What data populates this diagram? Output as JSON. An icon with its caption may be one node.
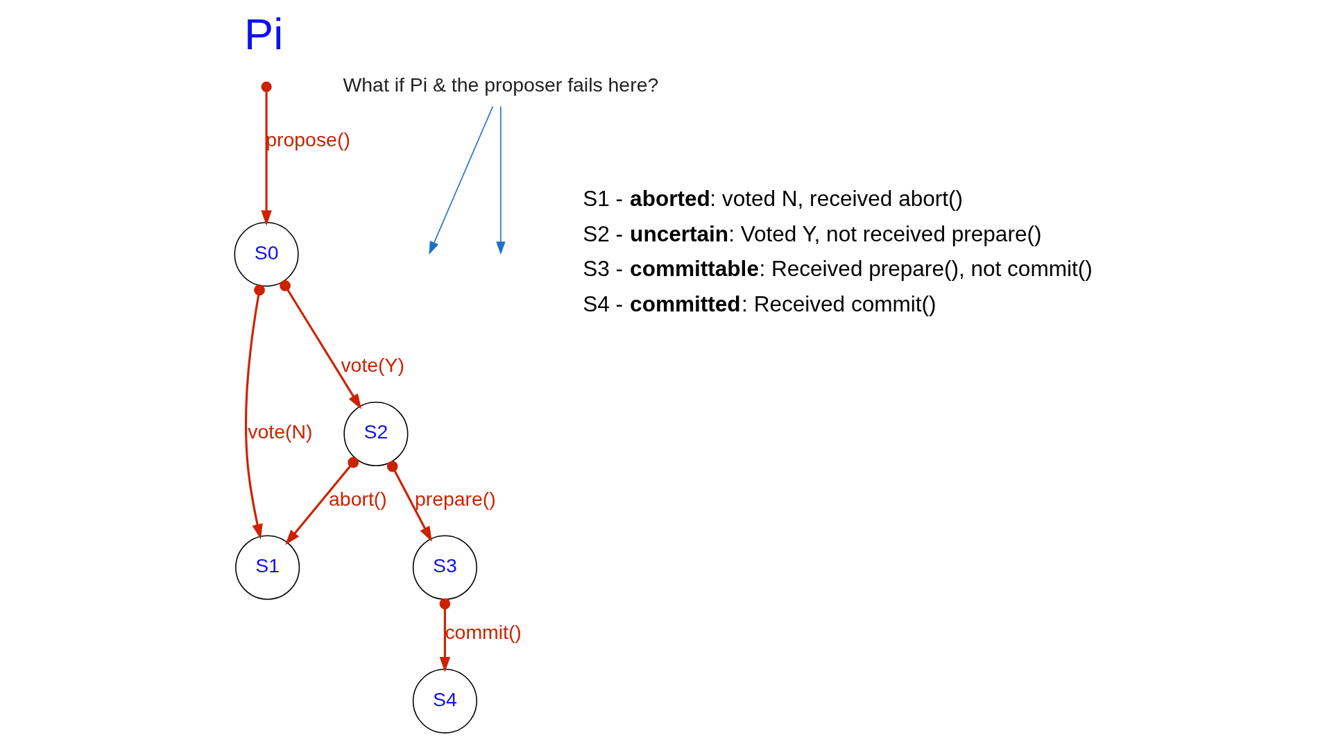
{
  "diagram": {
    "title": "Pi",
    "nodes": [
      {
        "text": [
          "S0"
        ]
      },
      {
        "text": [
          "S1"
        ]
      },
      {
        "text": [
          "S2"
        ]
      },
      {
        "text": [
          "S3"
        ]
      },
      {
        "text": [
          "S4"
        ]
      },
      {
        "text": [
          "What if Pi & the proposer fails here?"
        ]
      }
    ],
    "edges": [
      {
        "from": null,
        "to": 0,
        "arrow": "to",
        "label": "propose()"
      },
      {
        "from": 0,
        "to": 2,
        "arrow": "to",
        "label": "vote(Y)"
      },
      {
        "from": 0,
        "to": 1,
        "arrow": "to",
        "label": "vote(N)"
      },
      {
        "from": 2,
        "to": 1,
        "arrow": "to",
        "label": "abort()"
      },
      {
        "from": 2,
        "to": 3,
        "arrow": "to",
        "label": "prepare()"
      },
      {
        "from": 3,
        "to": 4,
        "arrow": "to",
        "label": "commit()"
      },
      {
        "from": 5,
        "to": null,
        "arrow": "to",
        "color": "#1f6fc5"
      },
      {
        "from": 5,
        "to": null,
        "arrow": "to",
        "color": "#1f6fc5"
      }
    ],
    "labels": [
      "S1 - **aborted**: voted N, received abort()",
      "S2 - **uncertain**: Voted Y, not received prepare()",
      "S3 - **committable**: Received prepare(), not commit()",
      "S4 - **committed**: Received commit()"
    ]
  }
}
